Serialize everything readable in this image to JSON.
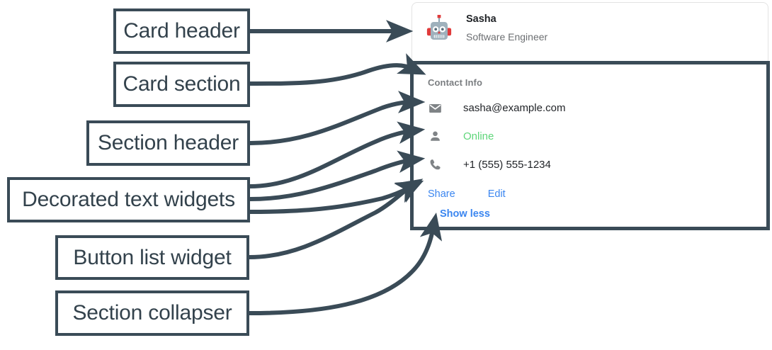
{
  "annotations": [
    {
      "id": "card-header",
      "label": "Card header"
    },
    {
      "id": "card-section",
      "label": "Card section"
    },
    {
      "id": "section-header",
      "label": "Section header"
    },
    {
      "id": "decorated-text-widgets",
      "label": "Decorated text widgets"
    },
    {
      "id": "button-list-widget",
      "label": "Button list widget"
    },
    {
      "id": "section-collapser",
      "label": "Section collapser"
    }
  ],
  "card": {
    "header": {
      "avatar_icon": "robot-avatar-icon",
      "title": "Sasha",
      "subtitle": "Software Engineer"
    },
    "section": {
      "header": "Contact Info",
      "rows": [
        {
          "icon": "email-icon",
          "text": "sasha@example.com",
          "status": false
        },
        {
          "icon": "person-icon",
          "text": "Online",
          "status": true
        },
        {
          "icon": "phone-icon",
          "text": "+1 (555) 555-1234",
          "status": false
        }
      ],
      "buttons": [
        {
          "label": "Share"
        },
        {
          "label": "Edit"
        }
      ],
      "collapser": {
        "label": "Show less"
      }
    }
  },
  "colors": {
    "annotation_stroke": "#3a4b57",
    "annotation_text": "#33424c",
    "link_blue": "#3b86f0",
    "online_green": "#5fd67a",
    "muted_grey": "#7a7d80",
    "icon_grey": "#7f8386",
    "card_border": "#e3e3e3",
    "title_dark": "#1f2226"
  }
}
